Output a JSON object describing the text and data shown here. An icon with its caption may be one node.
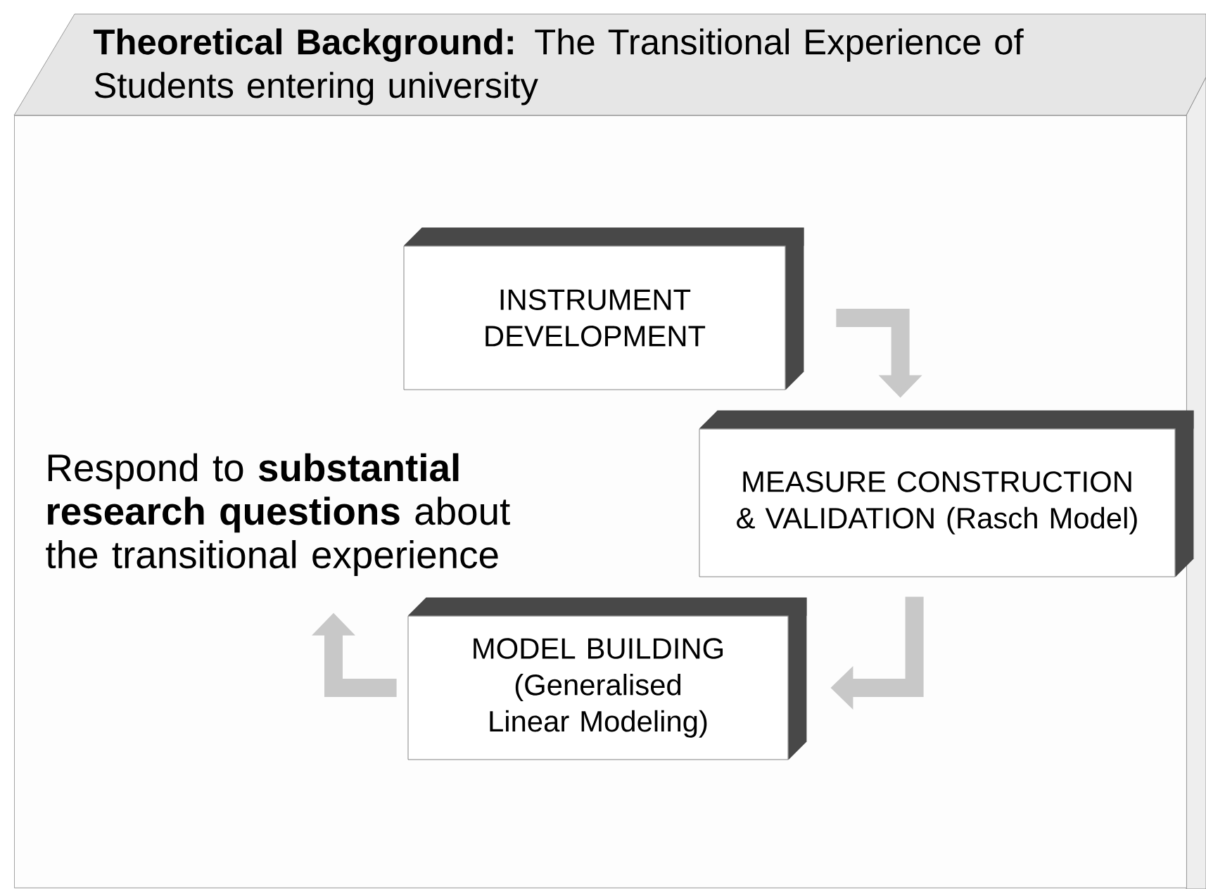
{
  "diagram": {
    "nodes": [
      {
        "text": [
          "**Theoretical Background:** The Transitional Experience of Students entering university"
        ]
      },
      {
        "text": [
          "INSTRUMENT DEVELOPMENT"
        ],
        "in": 0
      },
      {
        "text": [
          "MEASURE CONSTRUCTION & VALIDATION (Rasch Model)"
        ],
        "in": 0
      },
      {
        "text": [
          "MODEL BUILDING (Generalised Linear Modeling)"
        ],
        "in": 0
      },
      {
        "text": [
          "Respond to **substantial research questions** about the transitional experience"
        ],
        "in": 0
      }
    ],
    "edges": [
      {
        "from": 1,
        "to": 2,
        "arrow": "to"
      },
      {
        "from": 2,
        "to": 3,
        "arrow": "to"
      },
      {
        "from": 3,
        "to": 4,
        "arrow": "to"
      }
    ]
  }
}
